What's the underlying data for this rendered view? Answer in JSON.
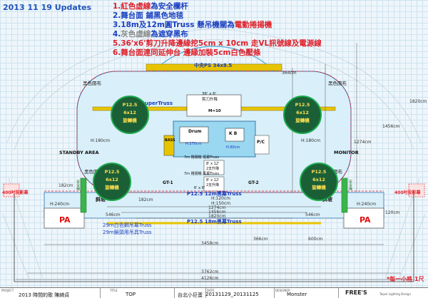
{
  "header": {
    "date_title": "2013 11 19 Updates",
    "notes": [
      {
        "parts": [
          {
            "text": "1.",
            "color": "red"
          },
          {
            "text": "紅色虛線",
            "color": "red"
          },
          {
            "text": "為安全欄杆",
            "color": "blue"
          }
        ]
      },
      {
        "parts": [
          {
            "text": "2.舞台面 鋪黑色地毯",
            "color": "blue"
          }
        ]
      },
      {
        "parts": [
          {
            "text": "3.18m及12m圓Truss 懸吊機關為",
            "color": "blue"
          },
          {
            "text": "電動捲揚機",
            "color": "red"
          }
        ]
      },
      {
        "parts": [
          {
            "text": "4.",
            "color": "blue"
          },
          {
            "text": "灰色虛線",
            "color": "gray"
          },
          {
            "text": "為遮穿黑布",
            "color": "blue"
          }
        ]
      },
      {
        "parts": [
          {
            "text": "5.36'x6'剪刀升降邊緣挖5cm x 10cm 走VL訊號線及電源線",
            "color": "red"
          }
        ]
      },
      {
        "parts": [
          {
            "text": "6.舞台面連同延伸台 邊緣加裝5cm白色壓條",
            "color": "red"
          }
        ]
      }
    ]
  },
  "labels": {
    "center_ps": "中央PS 34x8.5",
    "super_truss": "SuperTruss",
    "black_curtain_tl": "黑色圍布",
    "black_curtain_tr": "黑色圍布",
    "black_curtain_bl": "黑色圍布",
    "black_curtain_br": "黑色圍布",
    "standby": "STANDBY AREA",
    "monitor": "MONITOR",
    "scissor_lift": "36' x 6'",
    "scissor_lift2": "剪刀升降",
    "scissor_lift3": "M=10",
    "drum": "Drum",
    "drum_h": "H:270cm",
    "bass": "BASS",
    "kb": "K B",
    "pc": "P/C",
    "gt1": "GT-1",
    "gt2": "GT-2",
    "riser_h": "H:80cm",
    "hoist1": "7m 捲揚機 黑幕Truss",
    "hoist2": "7m 捲揚機 黑幕Truss",
    "lift_8x12": "8' x 12'",
    "lift_8x12_b": "8' x 12'",
    "lift_label": "2支升降",
    "lift_label2": "2支升降",
    "truss12": "P12.5 12m黑幕Truss",
    "truss18": "P12.5 18m黑幕Truss",
    "slope_l": "斜坡",
    "slope_r": "斜坡",
    "pa_l": "PA",
    "pa_r": "PA",
    "projector_l": "400吋投影幕",
    "projector_r": "400吋投影幕",
    "safety_l": "安全梯",
    "safety_r": "安全梯",
    "white_truss": "29m白色鋼吊幕Truss",
    "black_truss": "29m鏡頭用吊具Truss",
    "grid_note": "*每一小格 1尺",
    "stage_6x6": "6' x 6'",
    "screen_text": [
      "P12.5",
      "6x12",
      "旋轉機"
    ]
  },
  "dimensions": {
    "d364": "364cm",
    "d1820": "1820cm",
    "d1456": "1456cm",
    "d1274": "1274cm",
    "d1820b": "1820cm",
    "d182": "182cm",
    "d182b": "182cm",
    "d240l": "H:240cm",
    "d240r": "H:240cm",
    "d180a": "H:180cm",
    "d180b": "H:180cm",
    "d150": "H:150cm",
    "d120": "H:120cm",
    "d546l": "546cm",
    "d546r": "546cm",
    "d1274b": "1274cm",
    "d1456b": "1456cm",
    "d1820c": "1820cm",
    "d3458": "3458cm",
    "d366": "366cm",
    "d600": "600cm",
    "d3762": "3762cm",
    "d4126": "4126cm",
    "d120b": "120cm"
  },
  "footer": {
    "project_key": "PROJECT",
    "project_val": "2013 時間的歌 陳綺貞",
    "title_key": "TITLE",
    "title_val": "TOP",
    "venue_val": "台北小巨蛋",
    "date_key": "DATE",
    "date_val": "20131129_20131125",
    "design_key": "DESIGNER",
    "design_val": "Monster",
    "logo_text": "FREE'S",
    "logo_sub": "Taipei Lighting Design"
  },
  "colors": {
    "grid": "#cfe3ef",
    "stage_fill": "#9ad7f0",
    "truss_yellow": "#e8c400",
    "screen_green": "#1aa94b",
    "safety_red": "#e0202a"
  }
}
